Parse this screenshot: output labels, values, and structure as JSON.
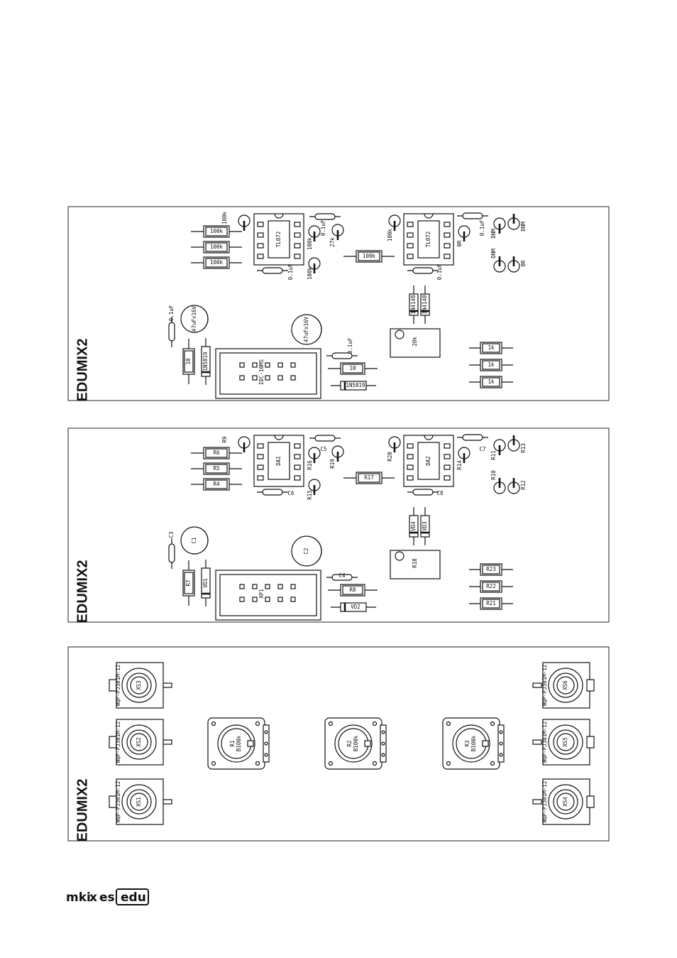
{
  "boards": [
    {
      "title": "EDUMIX2",
      "ic_left": "TL072",
      "ic_right": "TL072",
      "header": "IDC-10MS",
      "res_l1": "100k",
      "res_l2": "100k",
      "res_l3": "100k",
      "res_mid": "100k",
      "res_r1": "1k",
      "res_r2": "1k",
      "res_r3": "1k",
      "res_pwr": "10",
      "res_pwr2": "10",
      "diode_pwr": "1N5819",
      "diode_pwr2": "1N5819",
      "diode_a": "1N4148",
      "diode_b": "1N4148",
      "trim": "20k",
      "cap_big1": "47uFx16V",
      "cap_big2": "47uFx16V",
      "cap_s1": "0.1uF",
      "cap_s2": "0.1uF",
      "cap_s3": "0.1uF",
      "cap_s4": "0.1uF",
      "cap_s5": "0.1uF",
      "cap_s6": "0.1uF",
      "v_l_top": "100k",
      "v_l_mid1": "100k",
      "v_l_mid2": "27k",
      "v_l_bot": "100k",
      "v_r_top": "100k",
      "v_r_mid": "0R",
      "v_dnm1": "DNM",
      "v_dnm2": "DNM",
      "v_0r": "0R"
    },
    {
      "title": "EDUMIX2",
      "ic_left": "DA1",
      "ic_right": "DA2",
      "header": "XP1",
      "res_l1": "R6",
      "res_l2": "R5",
      "res_l3": "R4",
      "res_mid": "R17",
      "res_r1": "R23",
      "res_r2": "R22",
      "res_r3": "R21",
      "res_pwr": "R7",
      "res_pwr2": "R8",
      "diode_pwr": "VD1",
      "diode_pwr2": "VD2",
      "diode_a": "VD4",
      "diode_b": "VD3",
      "trim": "R18",
      "cap_big1": "C1",
      "cap_big2": "C2",
      "cap_s1": "C3",
      "cap_s2": "C4",
      "cap_s3": "C5",
      "cap_s4": "C6",
      "cap_s5": "C7",
      "cap_s6": "C8",
      "v_l_top": "R9",
      "v_l_mid1": "R16",
      "v_l_mid2": "R19",
      "v_l_bot": "R15",
      "v_r_top": "R20",
      "v_r_mid": "R14",
      "v_dnm1": "R11",
      "v_dnm2": "R10",
      "v_0r": "R12",
      "v_extra": "R13"
    },
    {
      "title": "EDUMIX2",
      "jacks": [
        {
          "label": "XS3",
          "part": "WQP-PJ301M-12"
        },
        {
          "label": "XS2",
          "part": "WQP-PJ301M-12"
        },
        {
          "label": "XS1",
          "part": "WQP-PJ301M-12"
        },
        {
          "label": "XS6",
          "part": "WQP-PJ301M-12"
        },
        {
          "label": "XS5",
          "part": "WQP-PJ301M-12"
        },
        {
          "label": "XS4",
          "part": "WQP-PJ301M-12"
        }
      ],
      "pots": [
        {
          "label": "R1",
          "value": "B100k"
        },
        {
          "label": "R2",
          "value": "B100k"
        },
        {
          "label": "R3",
          "value": "B100k"
        }
      ]
    }
  ],
  "logo": {
    "left": "mki",
    "x": "x",
    "mid": "es",
    "box": "edu"
  }
}
